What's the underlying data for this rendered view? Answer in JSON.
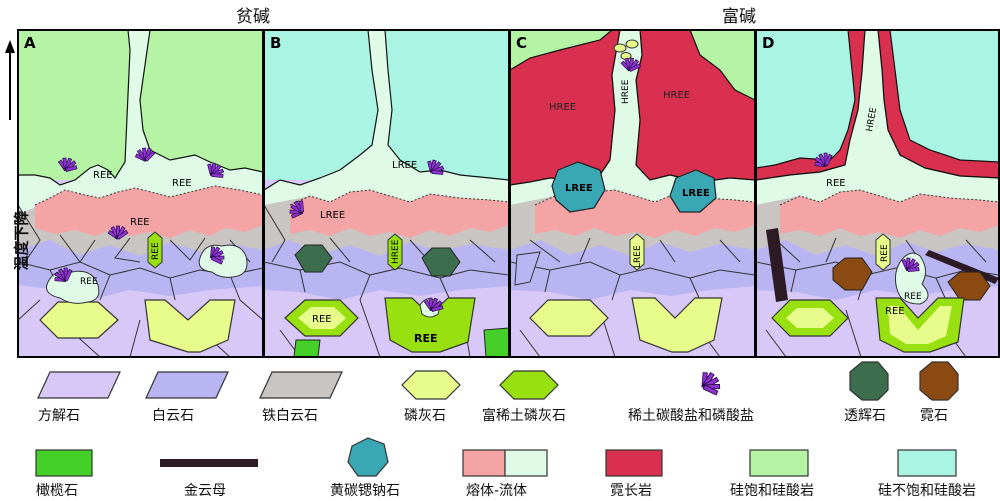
{
  "header": {
    "left_title": "贫碱",
    "right_title": "富碱"
  },
  "y_axis_label": "温度下降",
  "panels": [
    {
      "letter": "A",
      "labels": [
        "REE",
        "REE",
        "REE",
        "REE",
        "REE"
      ]
    },
    {
      "letter": "B",
      "labels": [
        "LREE",
        "LREE",
        "HREE",
        "REE",
        "REE"
      ]
    },
    {
      "letter": "C",
      "labels": [
        "HREE",
        "HREE",
        "HREE",
        "LREE",
        "LREE",
        "LREE"
      ]
    },
    {
      "letter": "D",
      "labels": [
        "HREE",
        "REE",
        "REE",
        "REE",
        "REE"
      ]
    }
  ],
  "legend": [
    {
      "id": "calcite",
      "label": "方解石",
      "color": "#d8c8f8"
    },
    {
      "id": "dolomite",
      "label": "白云石",
      "color": "#b9b4f2"
    },
    {
      "id": "ankerite",
      "label": "铁白云石",
      "color": "#c8c5c3"
    },
    {
      "id": "apatite",
      "label": "磷灰石",
      "color": "#e8fc8c"
    },
    {
      "id": "ree-apatite",
      "label": "富稀土磷灰石",
      "color": "#98e010"
    },
    {
      "id": "ree-carbonate-phosphate",
      "label": "稀土碳酸盐和磷酸盐",
      "color": "#8f32d0"
    },
    {
      "id": "diopside",
      "label": "透辉石",
      "color": "#3c6e4e"
    },
    {
      "id": "nepheline",
      "label": "霓石",
      "color": "#8a4a12"
    },
    {
      "id": "olivine",
      "label": "橄榄石",
      "color": "#44d028"
    },
    {
      "id": "phlogopite",
      "label": "金云母",
      "color": "#2c1a24"
    },
    {
      "id": "burbankite",
      "label": "黄碳锶钠石",
      "color": "#3aa7b5"
    },
    {
      "id": "melt-fluid",
      "label": "熔体-流体",
      "color": "#f4a4a4"
    },
    {
      "id": "syenite",
      "label": "霓长岩",
      "color": "#d8304e"
    },
    {
      "id": "saturated-silicate",
      "label": "硅饱和硅酸岩",
      "color": "#b4f4a4"
    },
    {
      "id": "undersaturated-silicate",
      "label": "硅不饱和硅酸岩",
      "color": "#aaf4e4"
    }
  ]
}
